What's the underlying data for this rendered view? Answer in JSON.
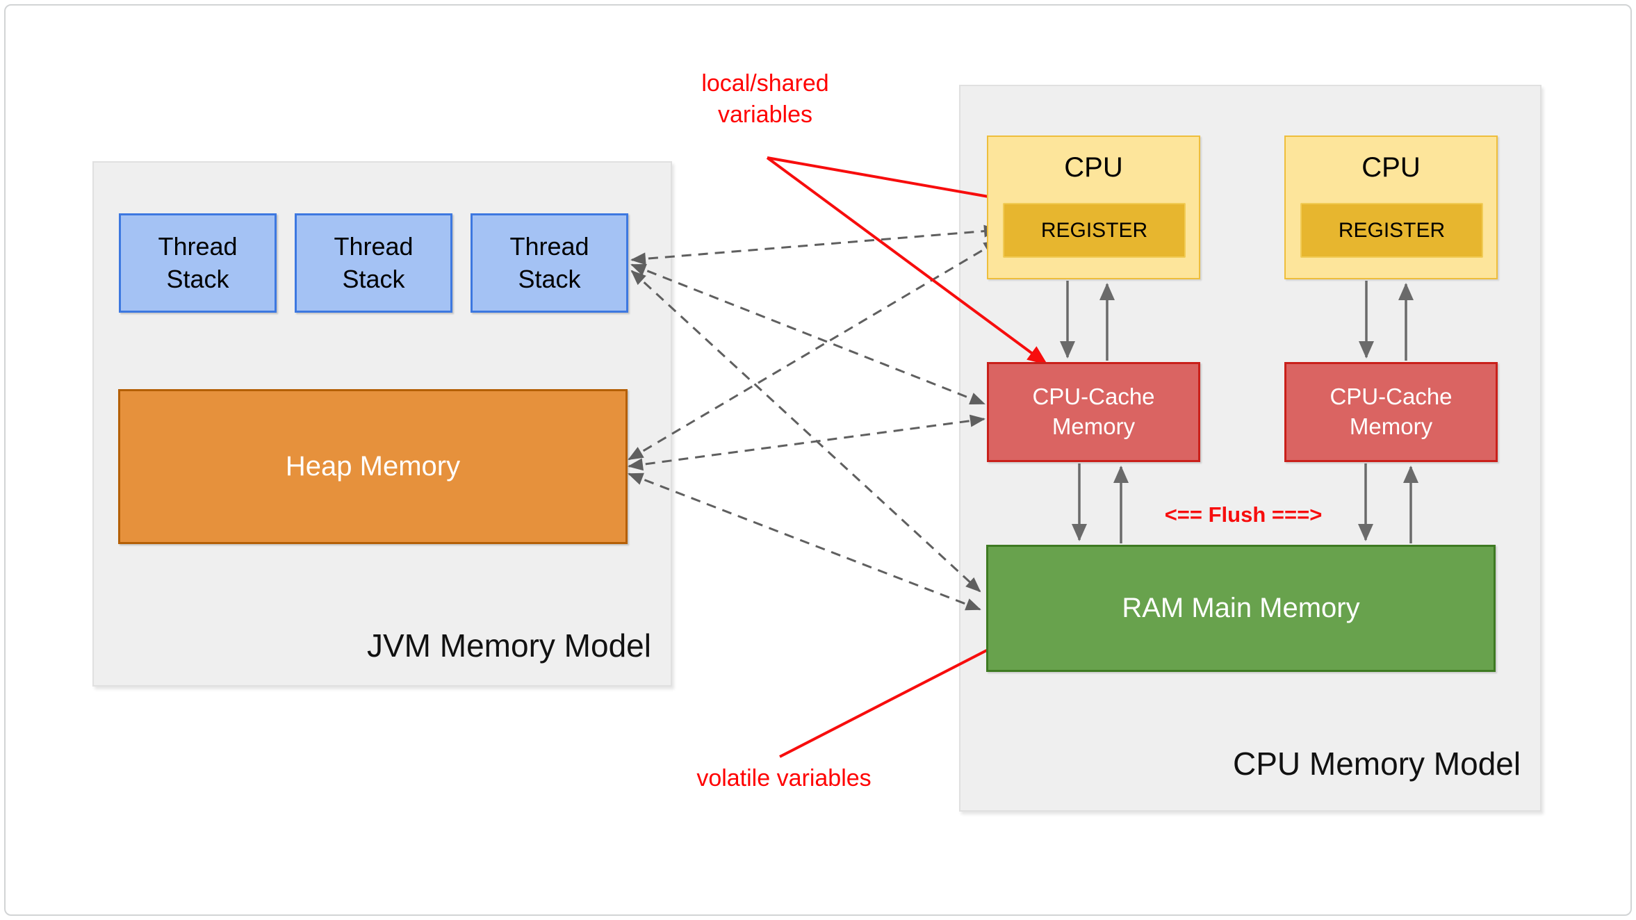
{
  "diagram": {
    "jvm_panel": {
      "title": "JVM Memory Model",
      "thread_stacks": [
        {
          "label": "Thread\nStack"
        },
        {
          "label": "Thread\nStack"
        },
        {
          "label": "Thread\nStack"
        }
      ],
      "heap": {
        "label": "Heap Memory"
      }
    },
    "cpu_panel": {
      "title": "CPU Memory Model",
      "cpus": [
        {
          "label": "CPU",
          "register_label": "REGISTER"
        },
        {
          "label": "CPU",
          "register_label": "REGISTER"
        }
      ],
      "caches": [
        {
          "label": "CPU-Cache\nMemory"
        },
        {
          "label": "CPU-Cache\nMemory"
        }
      ],
      "ram": {
        "label": "RAM Main Memory"
      },
      "flush_label": "<== Flush ===>"
    },
    "annotations": {
      "local_shared": "local/shared\nvariables",
      "volatile": "volatile variables"
    },
    "colors": {
      "panel_fill": "#EFEFEF",
      "panel_border": "#E0E0E0",
      "thread_stack_fill": "#A4C2F4",
      "thread_stack_border": "#3D78E0",
      "heap_fill": "#E6913C",
      "heap_border": "#B45F06",
      "cpu_fill": "#FDE59B",
      "cpu_border": "#EEBE3C",
      "register_fill": "#E7B62F",
      "cache_fill": "#DA6462",
      "cache_border": "#C9201B",
      "ram_fill": "#68A24D",
      "ram_border": "#3E7A22",
      "arrow_gray": "#606060",
      "annotation_red": "#FF0000"
    }
  }
}
